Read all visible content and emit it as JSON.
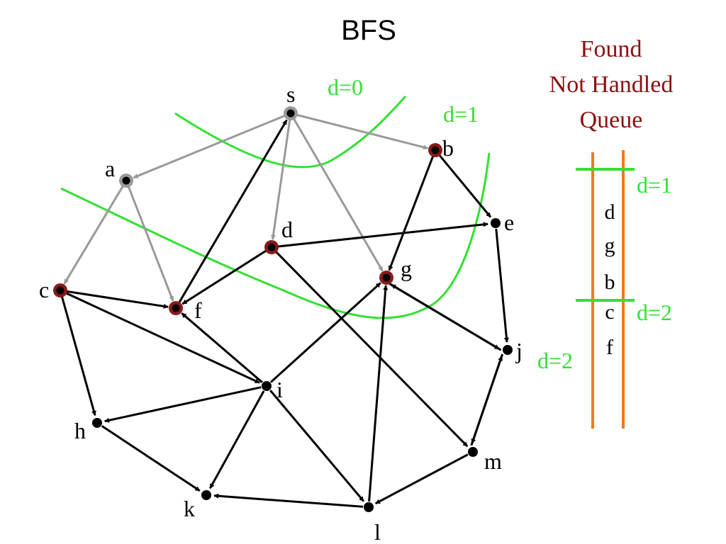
{
  "title": "BFS",
  "colors": {
    "black_edge": "#000000",
    "gray_edge": "#999999",
    "found_ring": "#8b1a1a",
    "handled_ring": "#999999",
    "frontier": "#33e033",
    "queue_rail": "#f07a1e",
    "legend_text": "#8b1010"
  },
  "legend": {
    "line1": "Found",
    "line2": "Not Handled",
    "line3": "Queue"
  },
  "distance_labels": {
    "d0": "d=0",
    "d1": "d=1",
    "d2_graph": "d=2",
    "queue_d1": "d=1",
    "queue_d2": "d=2"
  },
  "nodes": [
    {
      "id": "s",
      "label": "s",
      "state": "handled"
    },
    {
      "id": "a",
      "label": "a",
      "state": "handled"
    },
    {
      "id": "b",
      "label": "b",
      "state": "found"
    },
    {
      "id": "c",
      "label": "c",
      "state": "found"
    },
    {
      "id": "d",
      "label": "d",
      "state": "found"
    },
    {
      "id": "e",
      "label": "e",
      "state": "unvisited"
    },
    {
      "id": "f",
      "label": "f",
      "state": "found"
    },
    {
      "id": "g",
      "label": "g",
      "state": "found"
    },
    {
      "id": "h",
      "label": "h",
      "state": "unvisited"
    },
    {
      "id": "i",
      "label": "i",
      "state": "unvisited"
    },
    {
      "id": "j",
      "label": "j",
      "state": "unvisited"
    },
    {
      "id": "k",
      "label": "k",
      "state": "unvisited"
    },
    {
      "id": "l",
      "label": "l",
      "state": "unvisited"
    },
    {
      "id": "m",
      "label": "m",
      "state": "unvisited"
    }
  ],
  "edges": [
    {
      "from": "s",
      "to": "a",
      "kind": "tree"
    },
    {
      "from": "s",
      "to": "b",
      "kind": "tree"
    },
    {
      "from": "s",
      "to": "d",
      "kind": "tree"
    },
    {
      "from": "s",
      "to": "g",
      "kind": "tree"
    },
    {
      "from": "a",
      "to": "c",
      "kind": "tree"
    },
    {
      "from": "a",
      "to": "f",
      "kind": "tree"
    },
    {
      "from": "f",
      "to": "s",
      "kind": "normal"
    },
    {
      "from": "b",
      "to": "e",
      "kind": "normal"
    },
    {
      "from": "b",
      "to": "g",
      "kind": "normal"
    },
    {
      "from": "d",
      "to": "e",
      "kind": "normal"
    },
    {
      "from": "d",
      "to": "f",
      "kind": "normal"
    },
    {
      "from": "d",
      "to": "m",
      "kind": "normal"
    },
    {
      "from": "c",
      "to": "f",
      "kind": "normal"
    },
    {
      "from": "c",
      "to": "h",
      "kind": "normal"
    },
    {
      "from": "c",
      "to": "i",
      "kind": "normal"
    },
    {
      "from": "e",
      "to": "j",
      "kind": "normal"
    },
    {
      "from": "g",
      "to": "j",
      "kind": "normal"
    },
    {
      "from": "j",
      "to": "g",
      "kind": "normal"
    },
    {
      "from": "i",
      "to": "f",
      "kind": "normal"
    },
    {
      "from": "i",
      "to": "g",
      "kind": "normal"
    },
    {
      "from": "i",
      "to": "h",
      "kind": "normal"
    },
    {
      "from": "i",
      "to": "k",
      "kind": "normal"
    },
    {
      "from": "i",
      "to": "l",
      "kind": "normal"
    },
    {
      "from": "h",
      "to": "k",
      "kind": "normal"
    },
    {
      "from": "l",
      "to": "k",
      "kind": "normal"
    },
    {
      "from": "l",
      "to": "g",
      "kind": "normal"
    },
    {
      "from": "m",
      "to": "l",
      "kind": "normal"
    },
    {
      "from": "j",
      "to": "m",
      "kind": "normal"
    },
    {
      "from": "m",
      "to": "j",
      "kind": "normal"
    }
  ],
  "queue": {
    "items": [
      "d",
      "g",
      "b",
      "c",
      "f"
    ]
  }
}
